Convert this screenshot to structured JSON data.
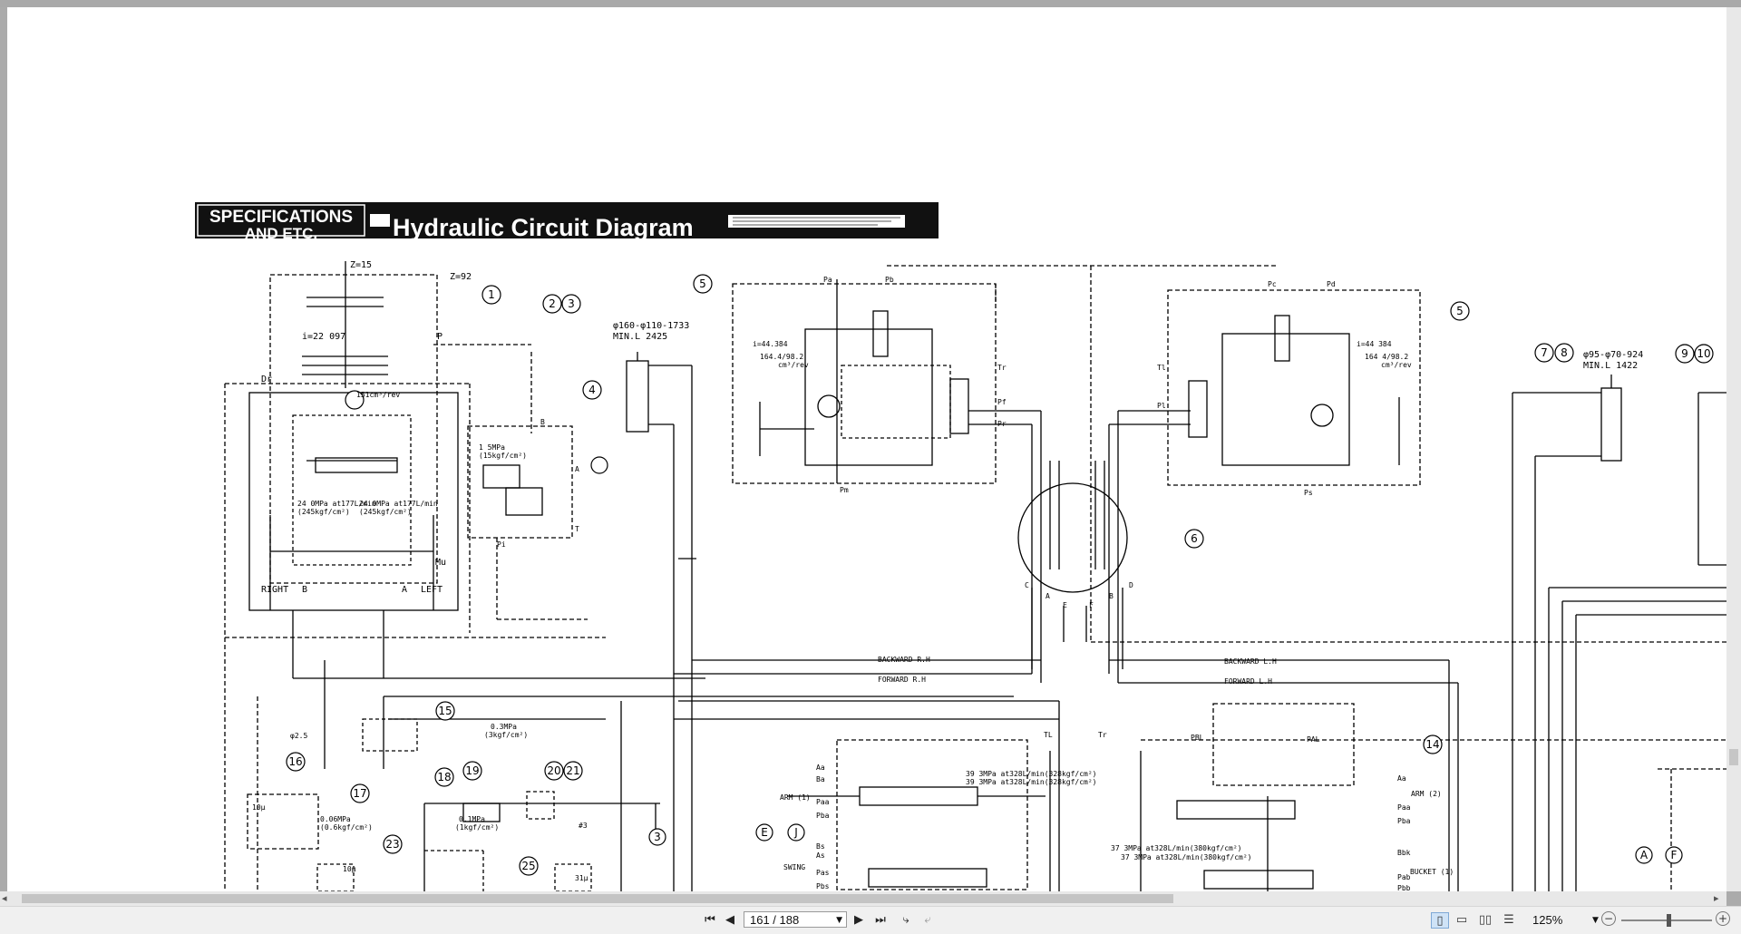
{
  "document": {
    "header_tag_line1": "SPECIFICATIONS",
    "header_tag_line2": "AND ETC.",
    "title": "Hydraulic Circuit Diagram"
  },
  "callouts": {
    "c1": "1",
    "c2": "2",
    "c3": "3",
    "c4": "4",
    "c5a": "5",
    "c5b": "5",
    "c6": "6",
    "c7": "7",
    "c8": "8",
    "c9": "9",
    "c10": "10",
    "c14": "14",
    "c15": "15",
    "c16": "16",
    "c17": "17",
    "c18": "18",
    "c19": "19",
    "c20": "20",
    "c21": "21",
    "c23": "23",
    "c25": "25"
  },
  "labels": {
    "z15": "Z=15",
    "z92": "Z=92",
    "ratio_left": "i=22 097",
    "p_port": "P",
    "dr": "Dr",
    "cc_rev": "151cm³/rev",
    "relief_left": "24 0MPa at177L/min",
    "relief_left_b": "(245kgf/cm²)",
    "relief_right": "24 0MPa at177L/min",
    "relief_right_b": "(245kgf/cm²)",
    "right": "RIGHT",
    "b": "B",
    "a": "A",
    "left": "LEFT",
    "mu": "Mu",
    "cyl1_a": "φ160-φ110-1733",
    "cyl1_b": "MIN.L 2425",
    "v4_p": "1 5MPa",
    "v4_p2": "(15kgf/cm²)",
    "v4_b": "B",
    "v4_a": "A",
    "v4_t": "T",
    "v4_pi": "Pi",
    "m1_ratio": "i=44.384",
    "m1_cc": "164.4/98.2",
    "m1_unit": "cm³/rev",
    "m2_ratio": "i=44 384",
    "m2_cc": "164 4/98.2",
    "m2_unit": "cm³/rev",
    "pa": "Pa",
    "pb": "Pb",
    "pc": "Pc",
    "pd": "Pd",
    "tr": "Tr",
    "tl": "Tl",
    "pm": "Pm",
    "ps": "Ps",
    "pf": "Pf",
    "pl": "Pl",
    "pr": "Pr",
    "sw_c": "C",
    "sw_a": "A",
    "sw_e": "E",
    "sw_f": "F",
    "sw_b": "B",
    "sw_d": "D",
    "cyl2_a": "φ95-φ70-924",
    "cyl2_b": "MIN.L 1422",
    "backward_rh": "BACKWARD R.H",
    "forward_rh": "FORWARD R.H",
    "backward_lh": "BACKWARD L.H",
    "forward_lh": "FORWARD L.H",
    "phi25": "φ2.5",
    "p03": "0.3MPa",
    "p03b": "(3kgf/cm²)",
    "p01": "0.1MPa",
    "p01b": "(1kgf/cm²)",
    "f10": "10μ",
    "p006": "0.06MPa",
    "p006b": "(0.6kgf/cm²)",
    "h3": "#3",
    "f10b": "10μ",
    "f31": "31μ",
    "arm1": "ARM (1)",
    "arm2": "ARM (2)",
    "swing": "SWING",
    "bucket1": "BUCKET (1)",
    "ctrl_relief": "39 3MPa at328L/min(328kgf/cm²)",
    "ctrl_relief2": "39 3MPa at328L/min(328kgf/cm²)",
    "ctrl_relief3": "37 3MPa at328L/min(380kgf/cm²)",
    "ctrl_relief4": "37 3MPa at328L/min(380kgf/cm²)",
    "tl2": "TL",
    "tr2": "Tr",
    "pbl": "PBL",
    "pal": "PAL",
    "aa": "Aa",
    "ba": "Ba",
    "paa": "Paa",
    "pba": "Pba",
    "bs": "Bs",
    "as": "As",
    "pas": "Pas",
    "pbs": "Pbs",
    "paa2": "Paa",
    "pba2": "Pba",
    "bbk": "Bbk",
    "pab": "Pab",
    "pbb": "Pbb",
    "aa2": "Aa",
    "marker_e": "E",
    "marker_j": "J",
    "marker_3": "3",
    "marker_a2": "A",
    "marker_f": "F"
  },
  "toolbar": {
    "first_page": "⏮",
    "prev_page": "◀",
    "page_indicator": "161 / 188",
    "next_page": "▶",
    "last_page": "⏭",
    "zoom": "125%",
    "zoom_minus": "−",
    "zoom_plus": "+"
  },
  "icons": {
    "first": "first-page-icon",
    "prev": "prev-page-icon",
    "next": "next-page-icon",
    "last": "last-page-icon"
  }
}
